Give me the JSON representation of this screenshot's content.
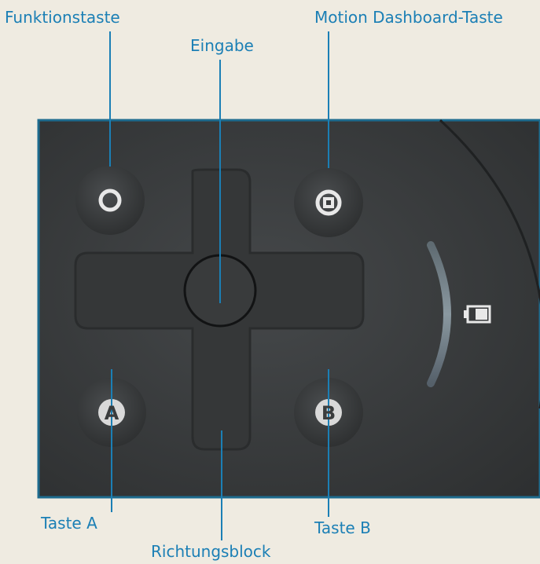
{
  "labels": {
    "function_key": "Funktionstaste",
    "motion_dashboard_key": "Motion Dashboard-Taste",
    "enter": "Eingabe",
    "key_a": "Taste A",
    "key_b": "Taste B",
    "dpad": "Richtungsblock"
  },
  "button_glyphs": {
    "a": "A",
    "b": "B"
  },
  "icons": [
    "ring-icon",
    "square-in-ring-icon",
    "battery-icon"
  ],
  "colors": {
    "background": "#efebe1",
    "label": "#1b7fb5",
    "device_panel": "#3a3c3d",
    "device_border": "#1d6b8e",
    "glyph": "#e8e8e8",
    "battery_bar": "#7b8c95"
  }
}
